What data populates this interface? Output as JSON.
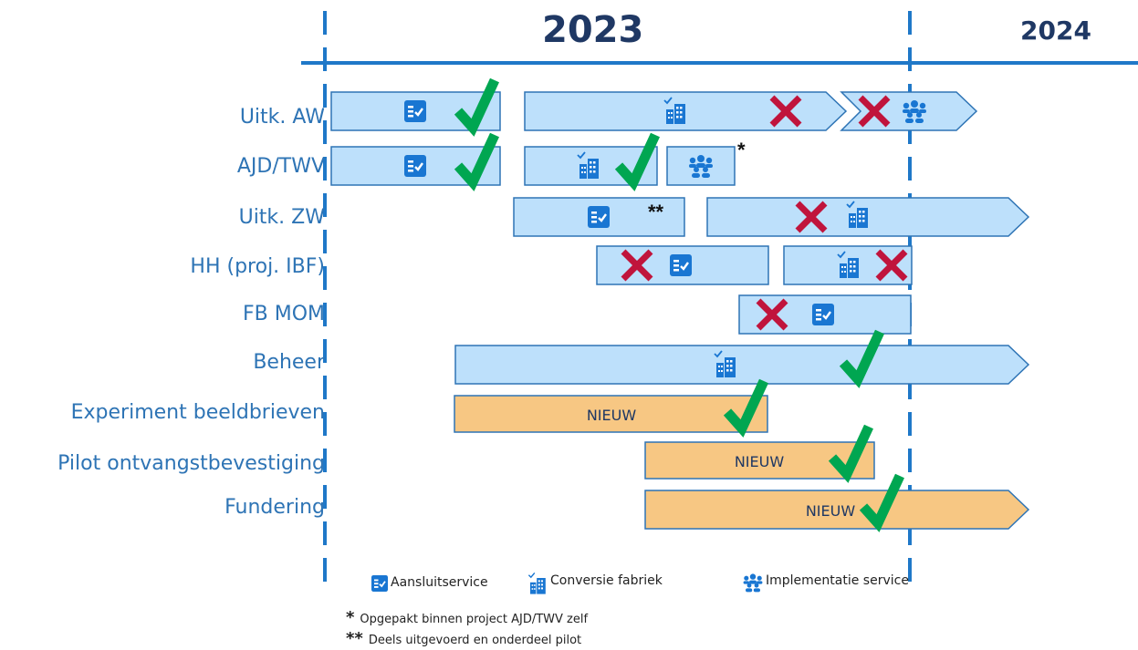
{
  "years": {
    "y2023": "2023",
    "y2024": "2024"
  },
  "rows": [
    "Uitk. AW",
    "AJD/TWV",
    "Uitk. ZW",
    "HH (proj. IBF)",
    "FB MOM",
    "Beheer",
    "Experiment beeldbrieven",
    "Pilot ontvangstbevestiging",
    "Fundering"
  ],
  "bar_labels": {
    "new": "NIEUW"
  },
  "markers": {
    "single": "*",
    "double": "**"
  },
  "legend": {
    "aansluit": "Aansluitservice",
    "conversie": "Conversie fabriek",
    "implementatie": "Implementatie service"
  },
  "notes": {
    "note1_marker": "*",
    "note1": "Opgepakt binnen project AJD/TWV zelf",
    "note2_marker": "**",
    "note2": "Deels uitgevoerd en onderdeel pilot"
  },
  "colors": {
    "blue_bar": "#bde0fb",
    "blue_border": "#2e74b5",
    "orange_bar": "#f7c783",
    "orange_border": "#2e74b5",
    "check": "#00a651",
    "cross": "#c0143c",
    "axis": "#1f78c8",
    "icon": "#1976d2"
  }
}
